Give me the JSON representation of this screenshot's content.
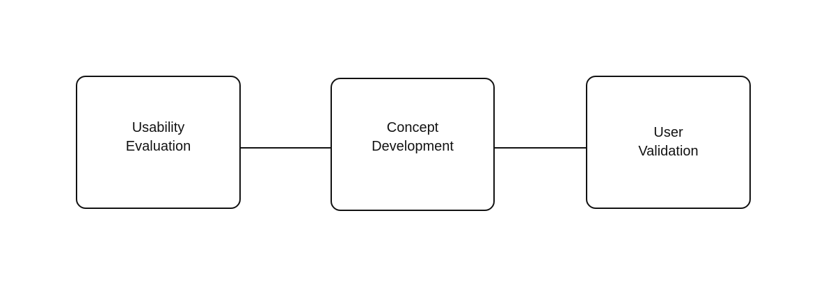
{
  "diagram": {
    "nodes": [
      {
        "line1": "Usability",
        "line2": "Evaluation"
      },
      {
        "line1": "Concept",
        "line2": "Development"
      },
      {
        "line1": "User",
        "line2": "Validation"
      }
    ],
    "colors": {
      "stroke": "#111111",
      "background": "#ffffff"
    }
  }
}
